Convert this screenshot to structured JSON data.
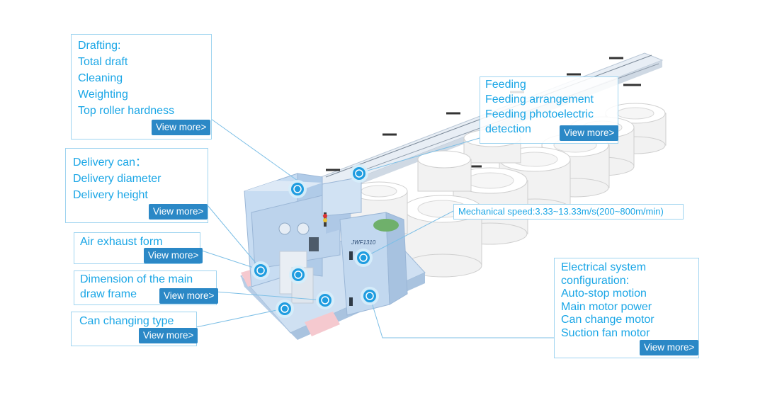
{
  "callouts": {
    "drafting": {
      "lines": [
        "Drafting:",
        "Total draft",
        "Cleaning",
        "Weighting",
        "Top roller hardness"
      ],
      "button": "View more>"
    },
    "delivery": {
      "lines": [
        "Delivery can：",
        "Delivery diameter",
        "Delivery height"
      ],
      "button": "View more>"
    },
    "air": {
      "lines": [
        "Air exhaust form"
      ],
      "button": "View more>"
    },
    "dimension": {
      "lines": [
        "Dimension of the main",
        "draw frame"
      ],
      "button": "View more>"
    },
    "can_changing": {
      "lines": [
        "Can changing type"
      ],
      "button": "View more>"
    },
    "feeding": {
      "lines": [
        "Feeding",
        "Feeding arrangement",
        "Feeding photoelectric",
        "detection"
      ],
      "button": "View more>"
    },
    "electrical": {
      "lines": [
        "Electrical system",
        "configuration:",
        "Auto-stop motion",
        "Main motor power",
        "Can change motor",
        "Suction fan motor"
      ],
      "button": "View more>"
    }
  },
  "speed_label": "Mechanical speed:3.33~13.33m/s(200~800m/min)",
  "machine_badge": "JWF1310",
  "colors": {
    "accent": "#1aa6e6",
    "button": "#2b88c6",
    "machine": "#b8d4ee",
    "border": "#9fd4f0"
  }
}
